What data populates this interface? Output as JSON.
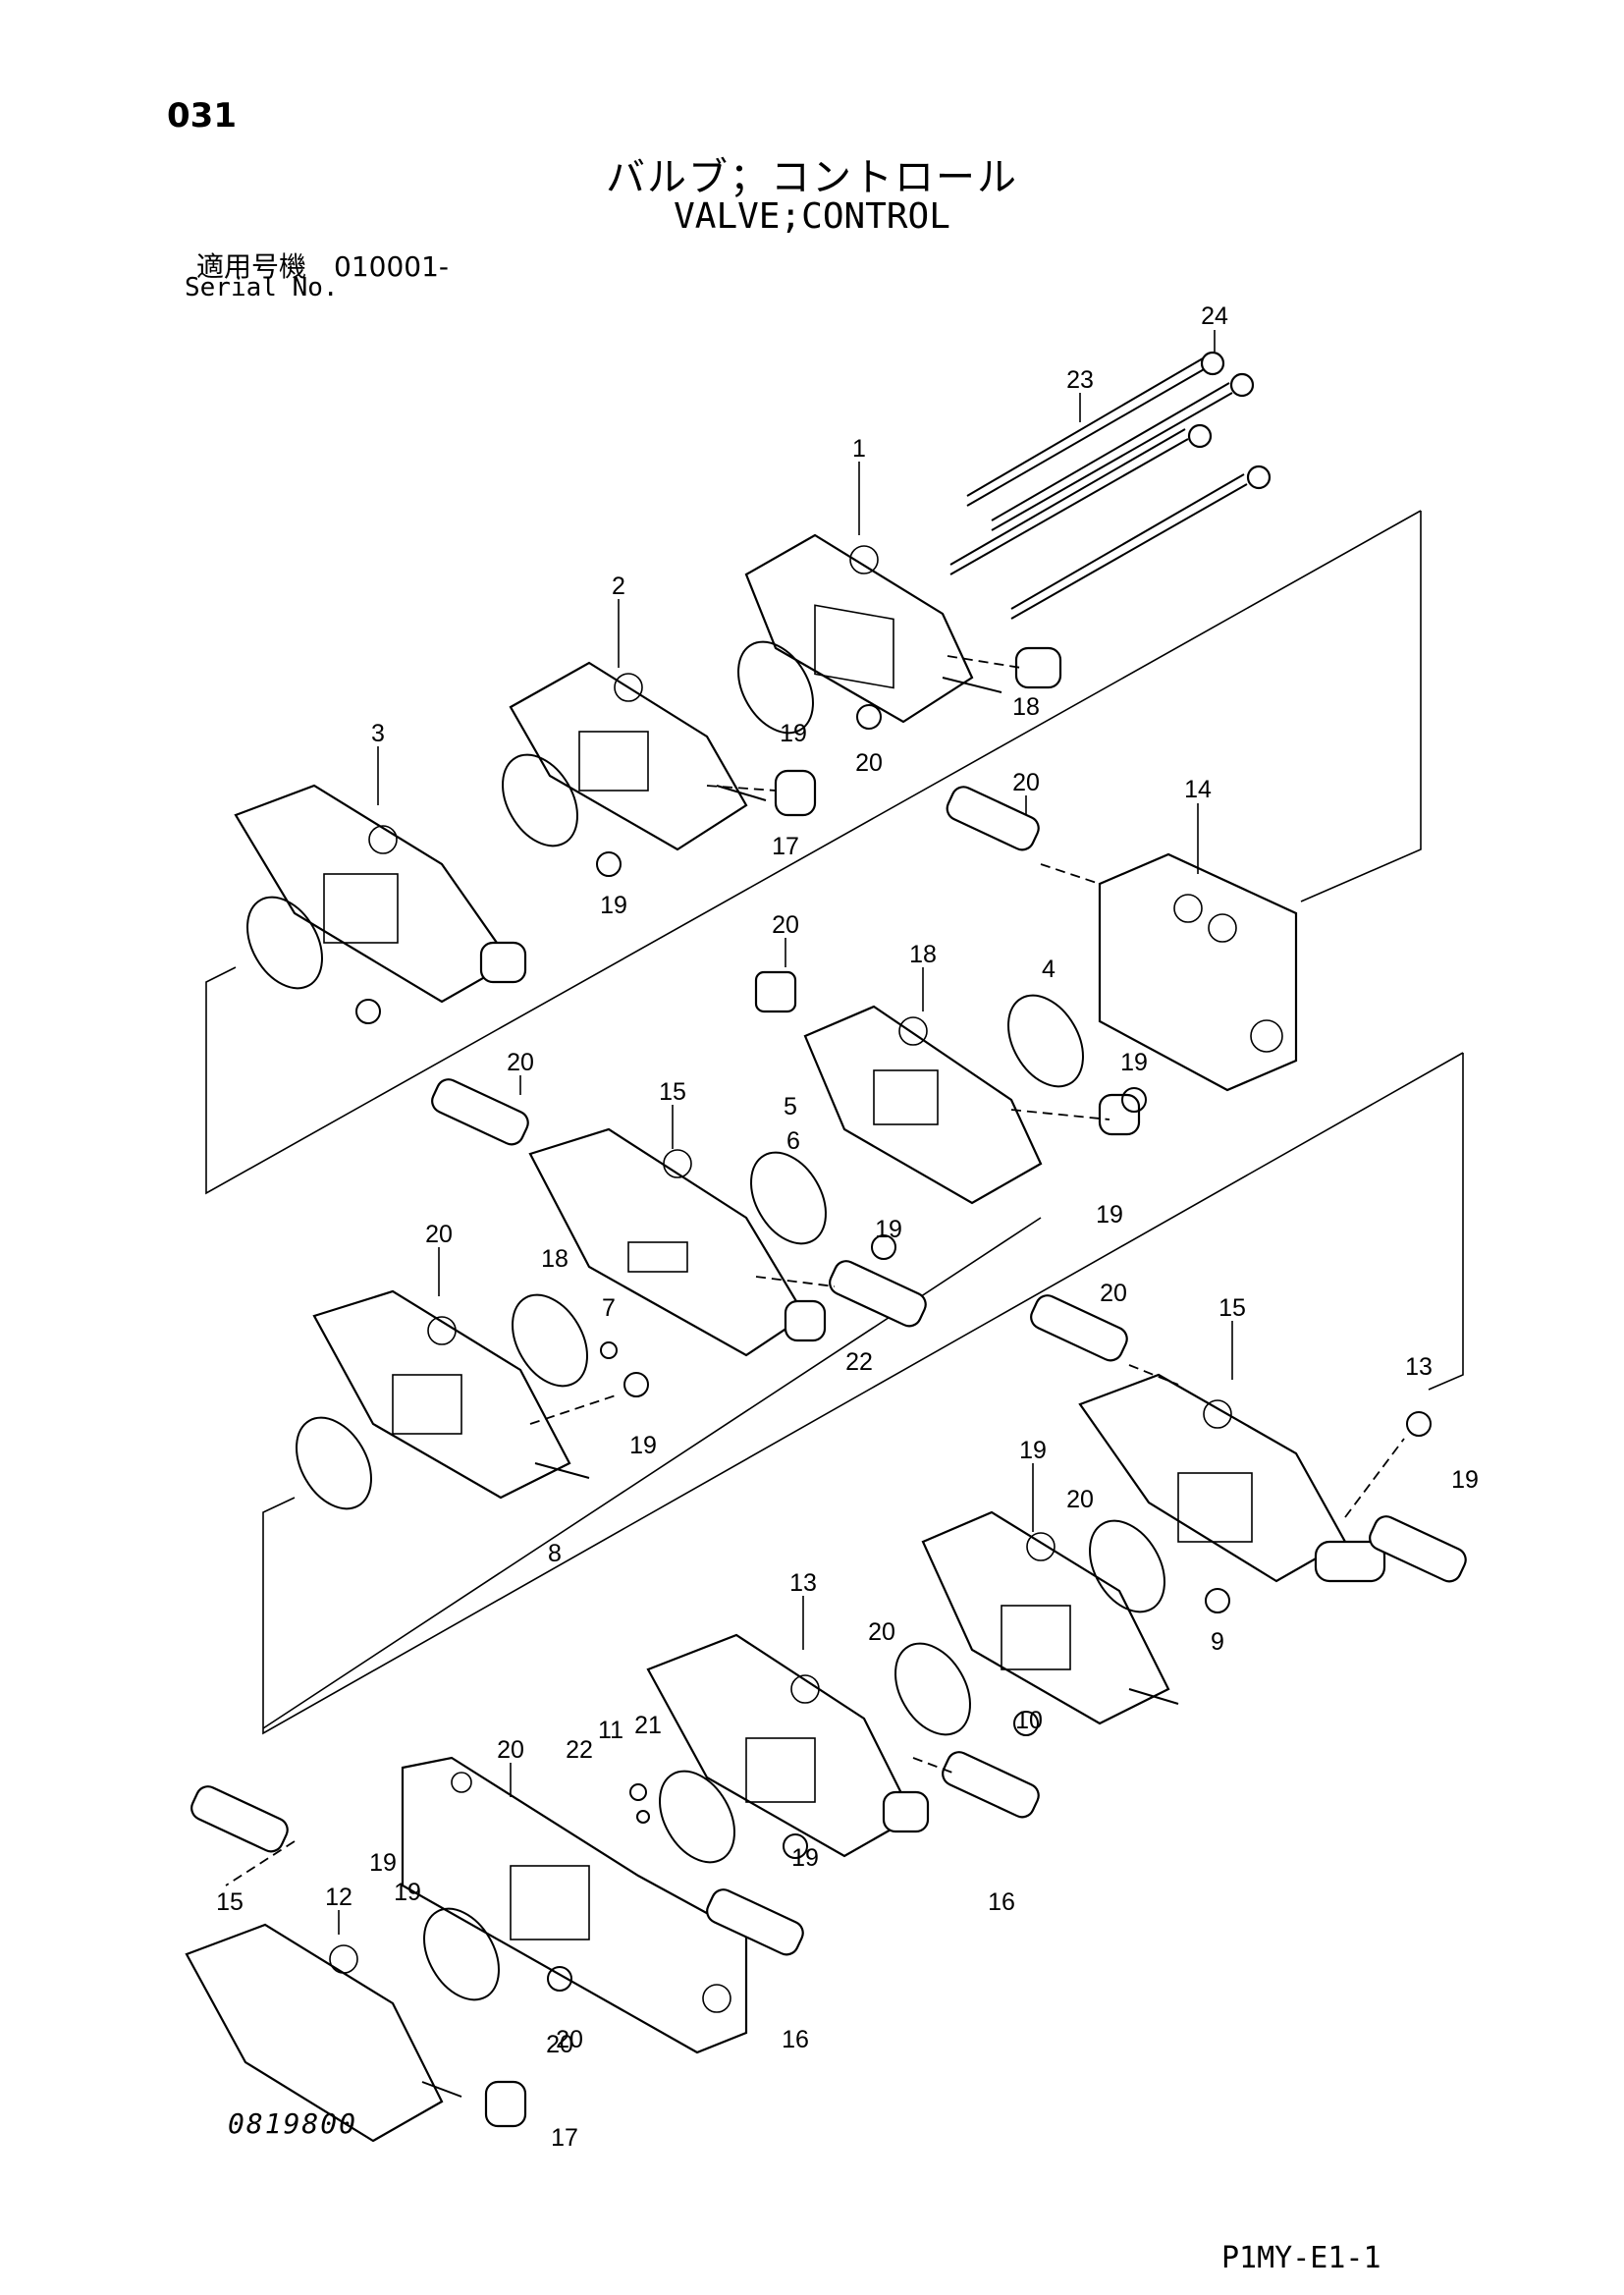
{
  "header": {
    "page_no": "031",
    "title_jp": "バルブ；コントロール",
    "title_en": "VALVE;CONTROL",
    "serial_label_jp": "適用号機　010001-",
    "serial_label_en": "Serial No."
  },
  "footer": {
    "drawing_no": "0819800",
    "sheet_code": "P1MY-E1-1"
  },
  "callouts": [
    "24",
    "23",
    "1",
    "2",
    "18",
    "19",
    "20",
    "3",
    "17",
    "19",
    "20",
    "14",
    "4",
    "19",
    "20",
    "18",
    "5",
    "19",
    "20",
    "15",
    "6",
    "19",
    "20",
    "18",
    "7",
    "19",
    "22",
    "20",
    "15",
    "13",
    "8",
    "20",
    "19",
    "9",
    "19",
    "13",
    "10",
    "20",
    "19",
    "20",
    "11",
    "22",
    "21",
    "19",
    "15",
    "12",
    "20",
    "16",
    "19",
    "20",
    "16",
    "17"
  ]
}
